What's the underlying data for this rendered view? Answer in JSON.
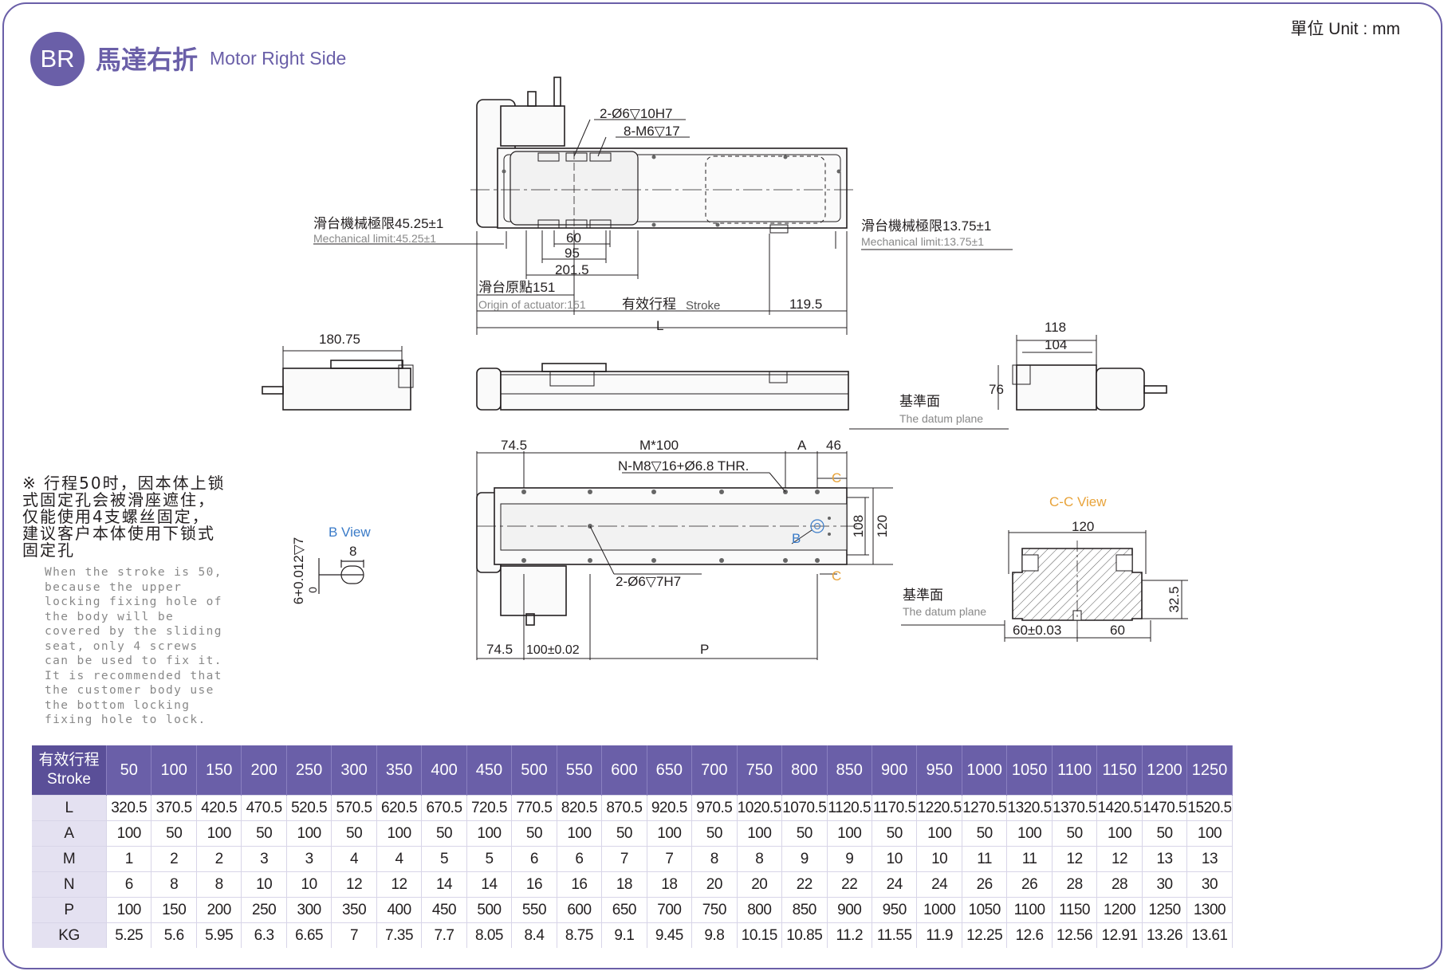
{
  "header": {
    "unit": "單位 Unit : mm",
    "badge": "BR",
    "title_cn": "馬達右折",
    "title_en": "Motor Right Side"
  },
  "note": {
    "cn": "※ 行程50时，因本体上锁式固定孔会被滑座遮住，仅能使用4支螺丝固定，建议客户本体使用下锁式固定孔",
    "en": "When the stroke is 50, because the upper locking fixing hole of the body will be covered by the sliding seat, only 4 screws can be used to fix it. It is recommended that the customer body use the bottom locking fixing hole to lock."
  },
  "drawing": {
    "hole_top": "2-Ø6▽10H7",
    "screw_top": "8-M6▽17",
    "limit_left_cn": "滑台機械極限45.25±1",
    "limit_left_en": "Mechanical limit:45.25±1",
    "limit_right_cn": "滑台機械極限13.75±1",
    "limit_right_en": "Mechanical limit:13.75±1",
    "dim_60": "60",
    "dim_95": "95",
    "dim_201_5": "201.5",
    "origin_cn": "滑台原點151",
    "origin_en": "Origin of actuator:151",
    "stroke_cn": "有效行程",
    "stroke_en": "Stroke",
    "dim_119_5": "119.5",
    "dim_L": "L",
    "dim_180_75": "180.75",
    "dim_118": "118",
    "dim_104": "104",
    "dim_76": "76",
    "datum_cn": "基準面",
    "datum_en": "The datum plane",
    "dim_74_5": "74.5",
    "dim_M100": "M*100",
    "dim_A": "A",
    "dim_46": "46",
    "screw_bottom": "N-M8▽16+Ø6.8 THR.",
    "label_C": "C",
    "label_B": "B",
    "dim_108": "108",
    "dim_120": "120",
    "hole_bottom": "2-Ø6▽7H7",
    "dim_100_tol": "100±0.02",
    "dim_P": "P",
    "b_view": "B View",
    "dim_8": "8",
    "dim_6tol": "6+0.012▽7",
    "dim_0": "0",
    "cc_view": "C-C View",
    "dim_32_5": "32.5",
    "dim_60_tol": "60±0.03",
    "accent_color": "#e8a33a",
    "view_color": "#3a7bc8"
  },
  "table": {
    "header_cn": "有效行程",
    "header_en": "Stroke",
    "strokes": [
      "50",
      "100",
      "150",
      "200",
      "250",
      "300",
      "350",
      "400",
      "450",
      "500",
      "550",
      "600",
      "650",
      "700",
      "750",
      "800",
      "850",
      "900",
      "950",
      "1000",
      "1050",
      "1100",
      "1150",
      "1200",
      "1250"
    ],
    "rows": [
      {
        "label": "L",
        "values": [
          "320.5",
          "370.5",
          "420.5",
          "470.5",
          "520.5",
          "570.5",
          "620.5",
          "670.5",
          "720.5",
          "770.5",
          "820.5",
          "870.5",
          "920.5",
          "970.5",
          "1020.5",
          "1070.5",
          "1120.5",
          "1170.5",
          "1220.5",
          "1270.5",
          "1320.5",
          "1370.5",
          "1420.5",
          "1470.5",
          "1520.5"
        ]
      },
      {
        "label": "A",
        "values": [
          "100",
          "50",
          "100",
          "50",
          "100",
          "50",
          "100",
          "50",
          "100",
          "50",
          "100",
          "50",
          "100",
          "50",
          "100",
          "50",
          "100",
          "50",
          "100",
          "50",
          "100",
          "50",
          "100",
          "50",
          "100"
        ]
      },
      {
        "label": "M",
        "values": [
          "1",
          "2",
          "2",
          "3",
          "3",
          "4",
          "4",
          "5",
          "5",
          "6",
          "6",
          "7",
          "7",
          "8",
          "8",
          "9",
          "9",
          "10",
          "10",
          "11",
          "11",
          "12",
          "12",
          "13",
          "13"
        ]
      },
      {
        "label": "N",
        "values": [
          "6",
          "8",
          "8",
          "10",
          "10",
          "12",
          "12",
          "14",
          "14",
          "16",
          "16",
          "18",
          "18",
          "20",
          "20",
          "22",
          "22",
          "24",
          "24",
          "26",
          "26",
          "28",
          "28",
          "30",
          "30"
        ]
      },
      {
        "label": "P",
        "values": [
          "100",
          "150",
          "200",
          "250",
          "300",
          "350",
          "400",
          "450",
          "500",
          "550",
          "600",
          "650",
          "700",
          "750",
          "800",
          "850",
          "900",
          "950",
          "1000",
          "1050",
          "1100",
          "1150",
          "1200",
          "1250",
          "1300"
        ]
      },
      {
        "label": "KG",
        "values": [
          "5.25",
          "5.6",
          "5.95",
          "6.3",
          "6.65",
          "7",
          "7.35",
          "7.7",
          "8.05",
          "8.4",
          "8.75",
          "9.1",
          "9.45",
          "9.8",
          "10.15",
          "10.85",
          "11.2",
          "11.55",
          "11.9",
          "12.25",
          "12.6",
          "12.56",
          "12.91",
          "13.26",
          "13.61"
        ]
      }
    ]
  }
}
